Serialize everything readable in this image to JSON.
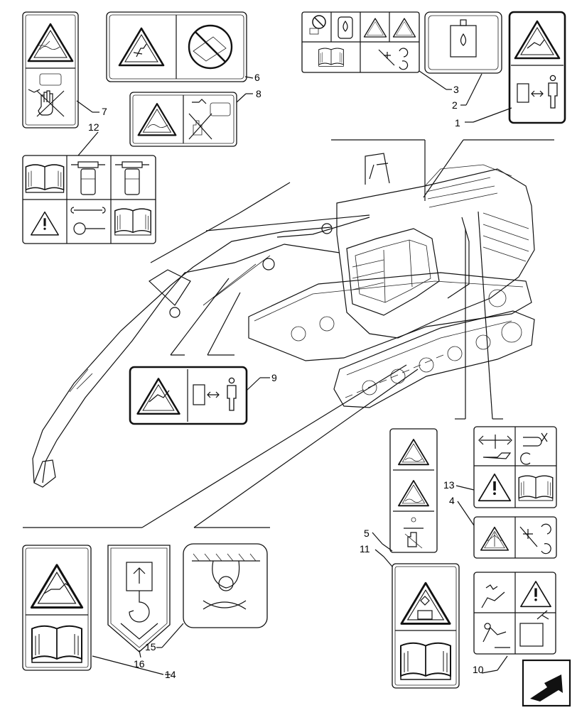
{
  "callouts": {
    "c1": "1",
    "c2": "2",
    "c3": "3",
    "c4": "4",
    "c5": "5",
    "c6": "6",
    "c7": "7",
    "c8": "8",
    "c9": "9",
    "c10": "10",
    "c11": "11",
    "c12": "12",
    "c13": "13",
    "c14": "14",
    "c15": "15",
    "c16": "16"
  },
  "icons": [
    "warning-triangle-icon",
    "book-icon",
    "wrench-icon",
    "hand-crush-icon",
    "fan-icon",
    "battery-icon",
    "lifting-hook-icon",
    "tie-down-icon",
    "next-page-arrow-icon"
  ]
}
